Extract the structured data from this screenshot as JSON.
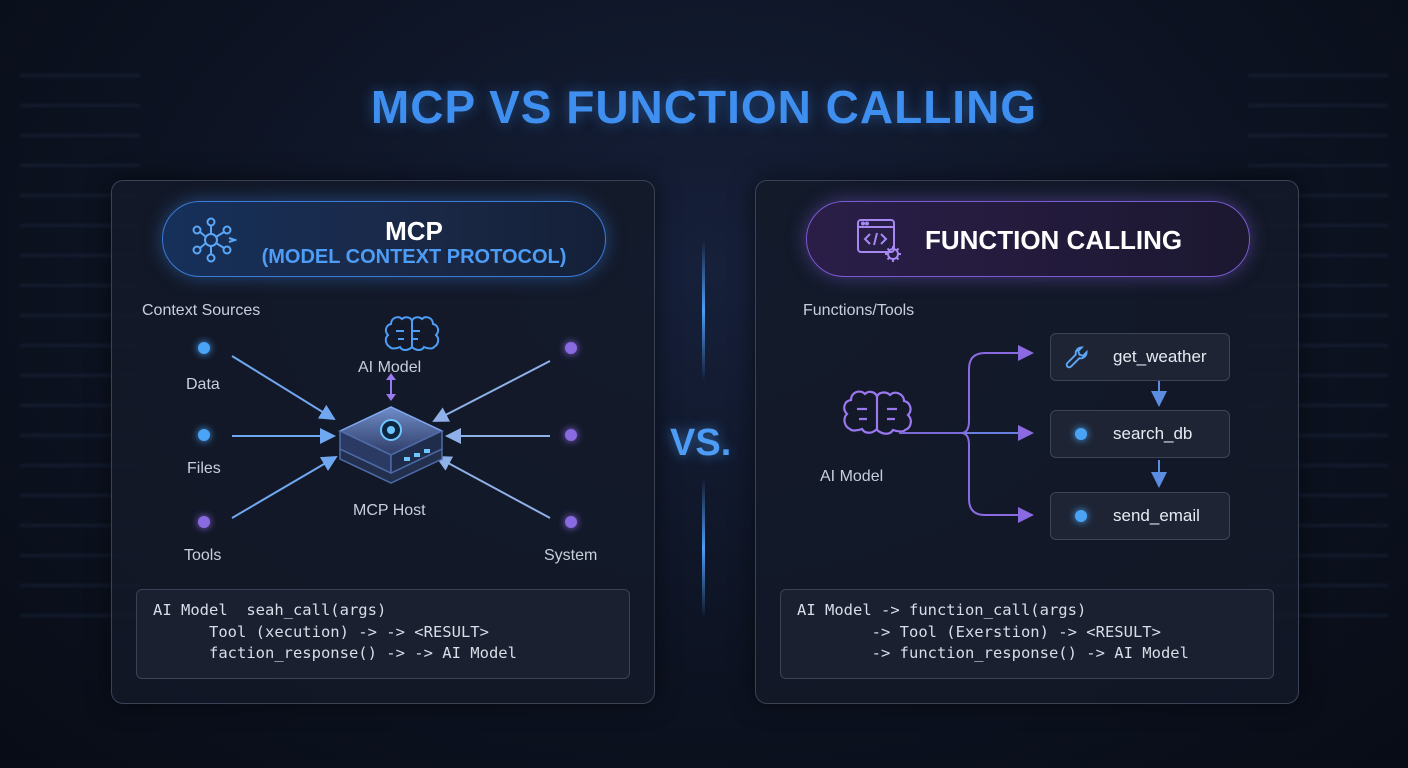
{
  "title": "MCP VS FUNCTION CALLING",
  "vs_label": "VS.",
  "mcp": {
    "pill_title": "MCP",
    "pill_subtitle": "(MODEL CONTEXT PROTOCOL)",
    "context_label": "Context Sources",
    "model_label": "AI Model",
    "host_label": "MCP Host",
    "sources_left": [
      "Data",
      "Files",
      "Tools"
    ],
    "sources_right": [
      "System"
    ],
    "code_lines": [
      "AI Model  seah_call(args)",
      "      Tool (xecution) -> -> <RESULT>",
      "      faction_response() -> -> AI Model"
    ]
  },
  "fc": {
    "pill_title": "FUNCTION CALLING",
    "tools_label": "Functions/Tools",
    "model_label": "AI Model",
    "functions": [
      "get_weather",
      "search_db",
      "send_email"
    ],
    "code_lines": [
      "AI Model -> function_call(args)",
      "        -> Tool (Exerstion) -> <RESULT>",
      "        -> function_response() -> AI Model"
    ]
  },
  "colors": {
    "accent_blue": "#4d9cf5",
    "accent_purple": "#8a6ae0",
    "title_blue": "#3f8ff0"
  },
  "icons": [
    "network-hub-icon",
    "brain-icon",
    "chip-server-icon",
    "code-window-gear-icon",
    "wrench-icon"
  ]
}
